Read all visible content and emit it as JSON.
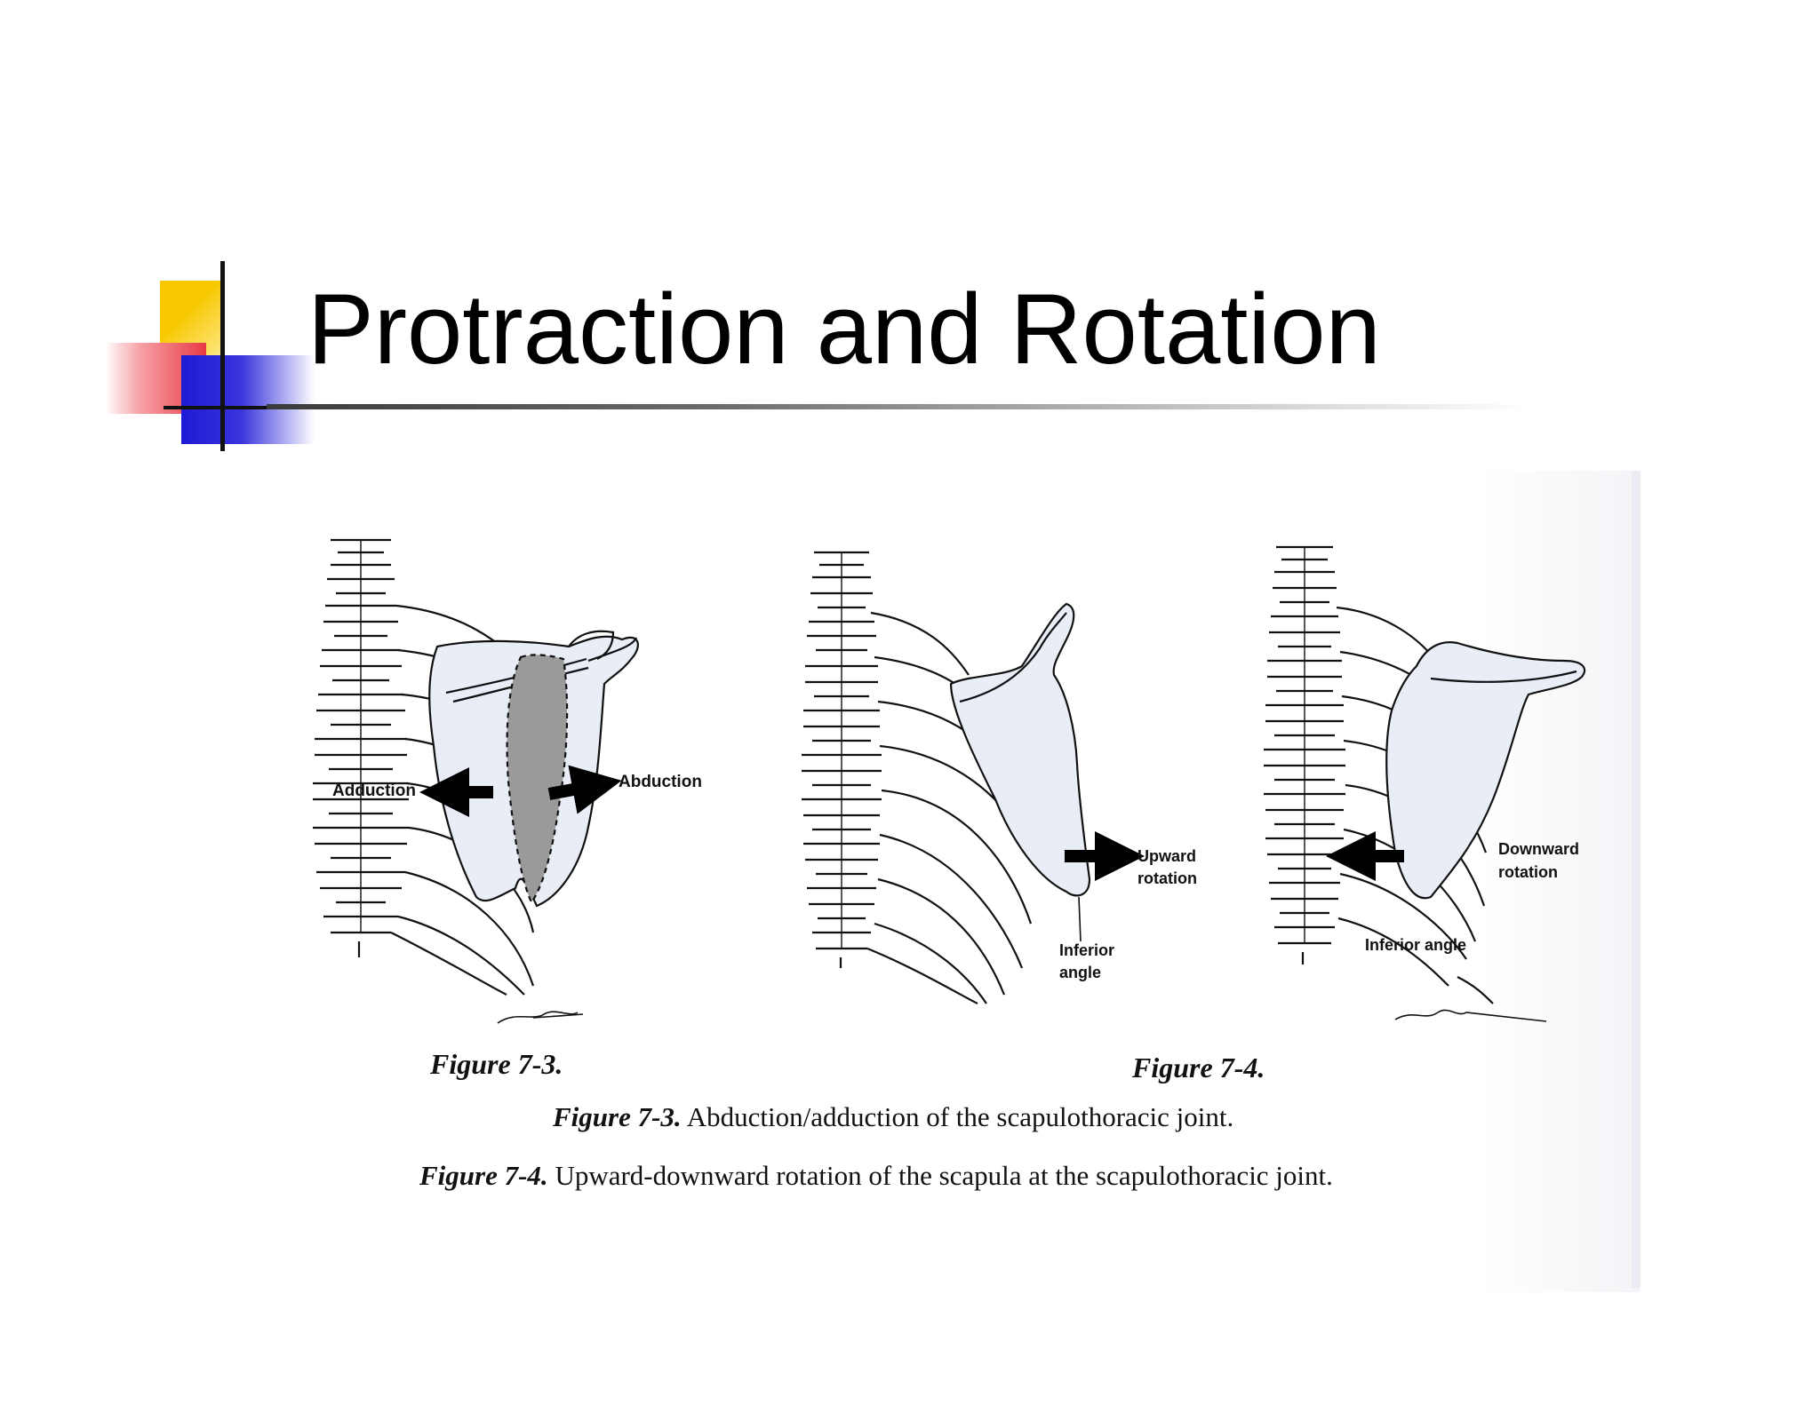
{
  "slide": {
    "title": "Protraction and Rotation"
  },
  "figure_7_3": {
    "label_left": "Adduction",
    "label_right": "Abduction",
    "figure_label": "Figure 7-3."
  },
  "figure_7_4": {
    "upward_label_1": "Upward",
    "upward_label_2": "rotation",
    "inferior_label_1": "Inferior",
    "inferior_label_2": "angle",
    "downward_label_1": "Downward",
    "downward_label_2": "rotation",
    "inferior_angle_label": "Inferior angle",
    "figure_label": "Figure 7-4."
  },
  "captions": {
    "caption_1_ref": "Figure 7-3.",
    "caption_1_text": " Abduction/adduction of the scapulothoracic joint.",
    "caption_2_ref": "Figure 7-4.",
    "caption_2_text": " Upward-downward rotation of the scapula at the scapulothoracic joint."
  },
  "colors": {
    "scapula_fill": "#e8edf6",
    "shaded_area": "#9a9a9a",
    "accent_yellow": "#f7c800",
    "accent_red": "#e83a44",
    "accent_blue": "#1d1ad6"
  }
}
